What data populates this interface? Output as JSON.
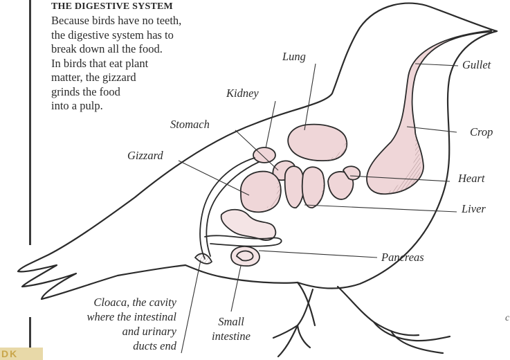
{
  "intro": {
    "title": "THE DIGESTIVE SYSTEM",
    "body_lines": [
      "Because birds have no teeth,",
      "the digestive system has to",
      "break down all the food.",
      "In birds that eat plant",
      "matter, the gizzard",
      "grinds the food",
      "into a pulp."
    ]
  },
  "labels": {
    "lung": "Lung",
    "gullet": "Gullet",
    "kidney": "Kidney",
    "stomach": "Stomach",
    "crop": "Crop",
    "gizzard": "Gizzard",
    "heart": "Heart",
    "liver": "Liver",
    "pancreas": "Pancreas",
    "cloaca_lines": [
      "Cloaca, the cavity",
      "where the intestinal",
      "and urinary",
      "ducts end"
    ],
    "small_intestine_lines": [
      "Small",
      "intestine"
    ]
  },
  "badge_text": "DK",
  "edge_mark": "c",
  "colors": {
    "outline": "#2b2b2b",
    "organ_fill": "#efd6d8",
    "organ_shade": "#c79ea3",
    "leader": "#333333",
    "badge_bg": "#e8d9a8",
    "badge_fg": "#c9a64a"
  }
}
